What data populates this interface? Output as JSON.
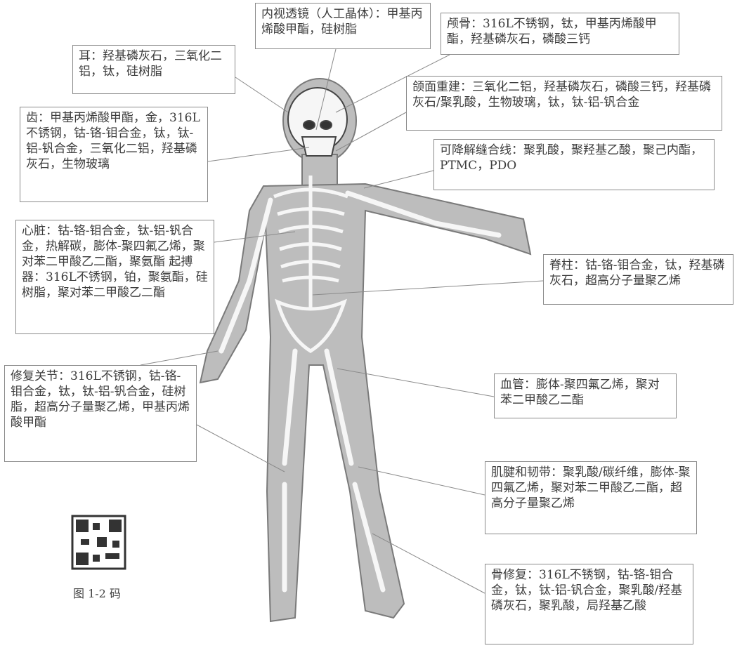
{
  "labels": {
    "eye": "内视透镜（人工晶体）：甲基丙烯酸甲酯，硅树脂",
    "skull": "颅骨：316L不锈钢，钛，甲基丙烯酸甲酯，羟基磷灰石，磷酸三钙",
    "ear": "耳：羟基磷灰石，三氧化二铝，钛，硅树脂",
    "maxillofacial": "颌面重建：三氧化二铝，羟基磷灰石，磷酸三钙，羟基磷灰石/聚乳酸，生物玻璃，钛，钛-铝-钒合金",
    "teeth": "齿：甲基丙烯酸甲酯，金，316L不锈钢，钴-铬-钼合金，钛，钛-铝-钒合金，三氧化二铝，羟基磷灰石，生物玻璃",
    "suture": "可降解缝合线：聚乳酸，聚羟基乙酸，聚己内酯，PTMC，PDO",
    "heart": "心脏：钴-铬-钼合金，钛-铝-钒合金，热解碳，膨体-聚四氟乙烯，聚对苯二甲酸乙二酯，聚氨酯",
    "pacemaker": "起搏器：316L不锈钢，铂，聚氨酯，硅树脂，聚对苯二甲酸乙二酯",
    "spine": "脊柱：钴-铬-钼合金，钛，羟基磷灰石，超高分子量聚乙烯",
    "joints": "修复关节：316L不锈钢，钴-铬-钼合金，钛，钛-铝-钒合金，硅树脂，超高分子量聚乙烯，甲基丙烯酸甲酯",
    "vessels": "血管：膨体-聚四氟乙烯，聚对苯二甲酸乙二酯",
    "tendons": "肌腱和韧带：聚乳酸/碳纤维，膨体-聚四氟乙烯，聚对苯二甲酸乙二酯，超高分子量聚乙烯",
    "bone": "骨修复：316L不锈钢，钴-铬-钼合金，钛，钛-铝-钒合金，聚乳酸/羟基磷灰石，聚乳酸，局羟基乙酸"
  },
  "qr_caption": "图 1-2 码",
  "colors": {
    "body": "#bdbdbd",
    "outline": "#7a7a7a",
    "bone": "#f6f6f6",
    "leader": "#8a8a8a"
  }
}
